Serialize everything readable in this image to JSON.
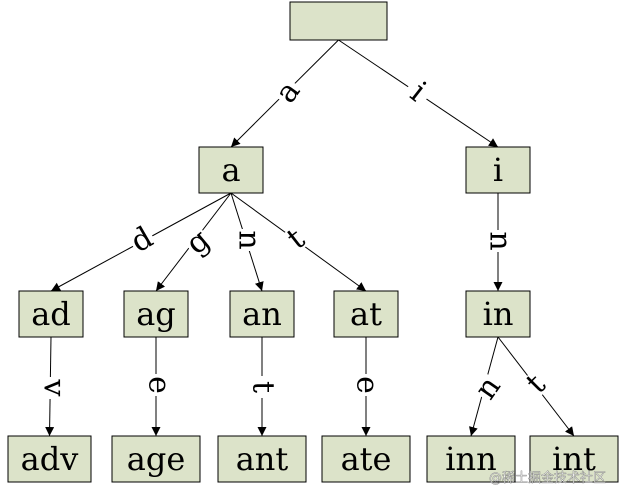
{
  "nodes": [
    {
      "id": "root",
      "label": ""
    },
    {
      "id": "a",
      "label": "a"
    },
    {
      "id": "i",
      "label": "i"
    },
    {
      "id": "ad",
      "label": "ad"
    },
    {
      "id": "ag",
      "label": "ag"
    },
    {
      "id": "an",
      "label": "an"
    },
    {
      "id": "at",
      "label": "at"
    },
    {
      "id": "in",
      "label": "in"
    },
    {
      "id": "adv",
      "label": "adv"
    },
    {
      "id": "age",
      "label": "age"
    },
    {
      "id": "ant",
      "label": "ant"
    },
    {
      "id": "ate",
      "label": "ate"
    },
    {
      "id": "inn",
      "label": "inn"
    },
    {
      "id": "int",
      "label": "int"
    }
  ],
  "edges": [
    {
      "from": "root",
      "to": "a",
      "label": "a"
    },
    {
      "from": "root",
      "to": "i",
      "label": "i"
    },
    {
      "from": "a",
      "to": "ad",
      "label": "d"
    },
    {
      "from": "a",
      "to": "ag",
      "label": "g"
    },
    {
      "from": "a",
      "to": "an",
      "label": "n"
    },
    {
      "from": "a",
      "to": "at",
      "label": "t"
    },
    {
      "from": "i",
      "to": "in",
      "label": "n"
    },
    {
      "from": "ad",
      "to": "adv",
      "label": "v"
    },
    {
      "from": "ag",
      "to": "age",
      "label": "e"
    },
    {
      "from": "an",
      "to": "ant",
      "label": "t"
    },
    {
      "from": "at",
      "to": "ate",
      "label": "e"
    },
    {
      "from": "in",
      "to": "inn",
      "label": "n"
    },
    {
      "from": "in",
      "to": "int",
      "label": "t"
    }
  ],
  "watermark": "@稀土掘金技术社区"
}
